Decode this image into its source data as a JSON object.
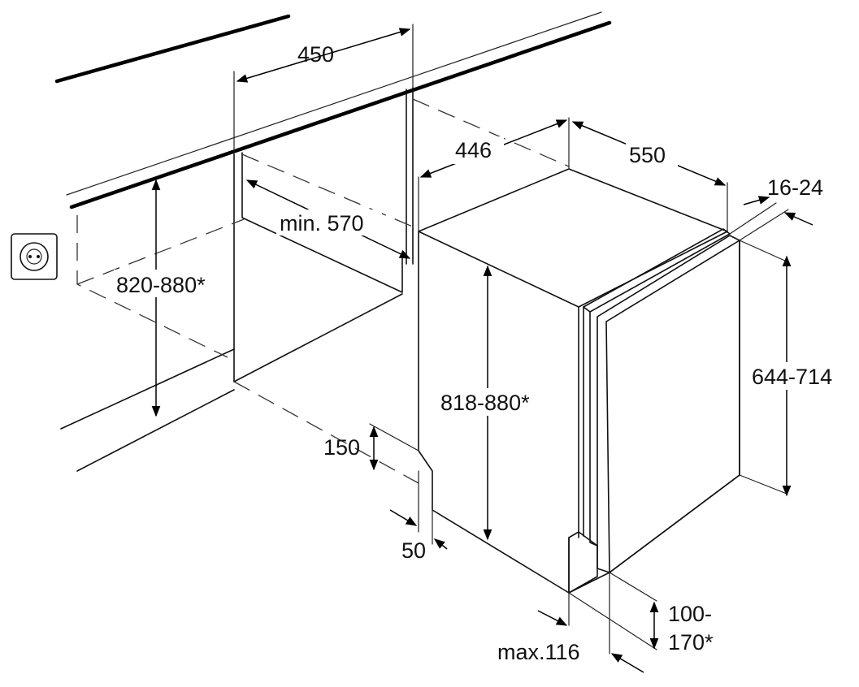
{
  "dimensions": {
    "niche_depth": "450",
    "niche_depth_min": "min. 570",
    "niche_height": "820-880*",
    "appliance_width": "446",
    "appliance_depth": "550",
    "door_thickness": "16-24",
    "appliance_height": "818-880*",
    "door_panel_height": "644-714",
    "toe_recess_height": "150",
    "toe_recess_depth": "50",
    "plinth_height_line1": "100-",
    "plinth_height_line2": "170*",
    "plinth_gap": "max.116"
  },
  "icons": {
    "socket": "power-socket-icon"
  }
}
